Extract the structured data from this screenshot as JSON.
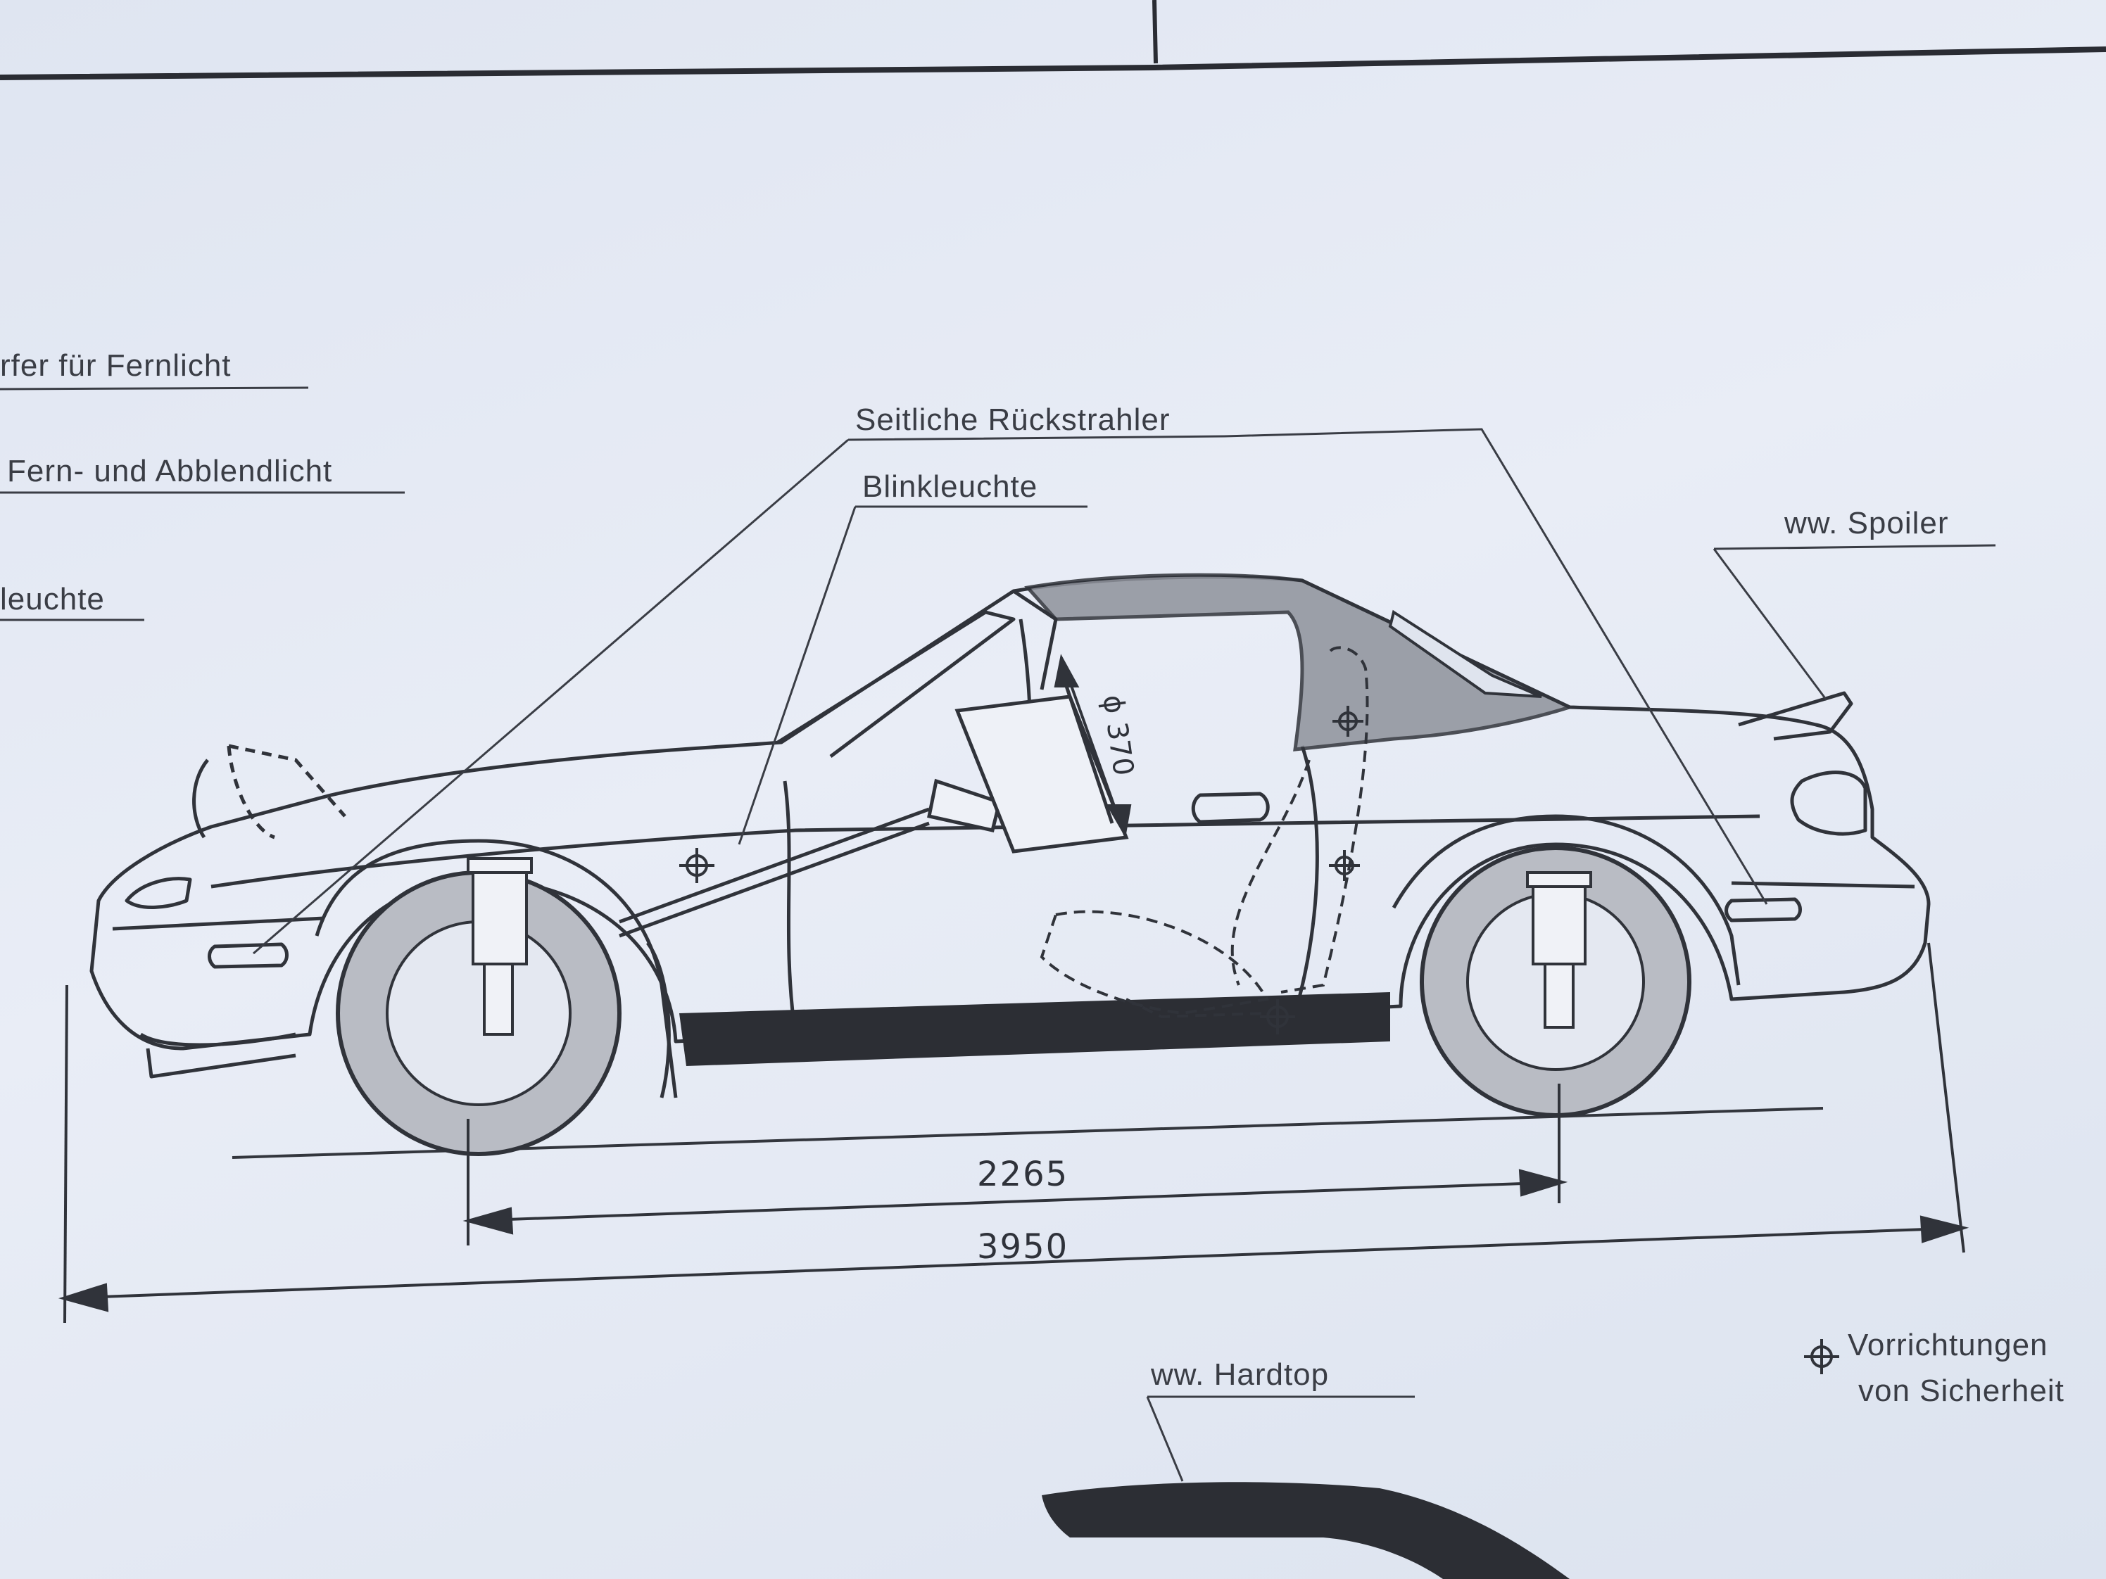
{
  "labels": {
    "fernlicht": "rfer für Fernlicht",
    "abblendlicht": "Fern- und Abblendlicht",
    "leuchte": "leuchte",
    "rueckstrahler": "Seitliche Rückstrahler",
    "blinkleuchte": "Blinkleuchte",
    "spoiler": "ww. Spoiler",
    "hardtop": "ww. Hardtop",
    "vorrichtungen_1": "Vorrichtungen",
    "vorrichtungen_2": "von Sicherheit"
  },
  "dimensions": {
    "steering_wheel": "ϕ 370",
    "wheelbase": "2265",
    "overall_length": "3950"
  },
  "colors": {
    "ink": "#2f323a",
    "tire": "#b9bcc4",
    "roof": "#8e929b",
    "sill": "#2c2e34"
  }
}
